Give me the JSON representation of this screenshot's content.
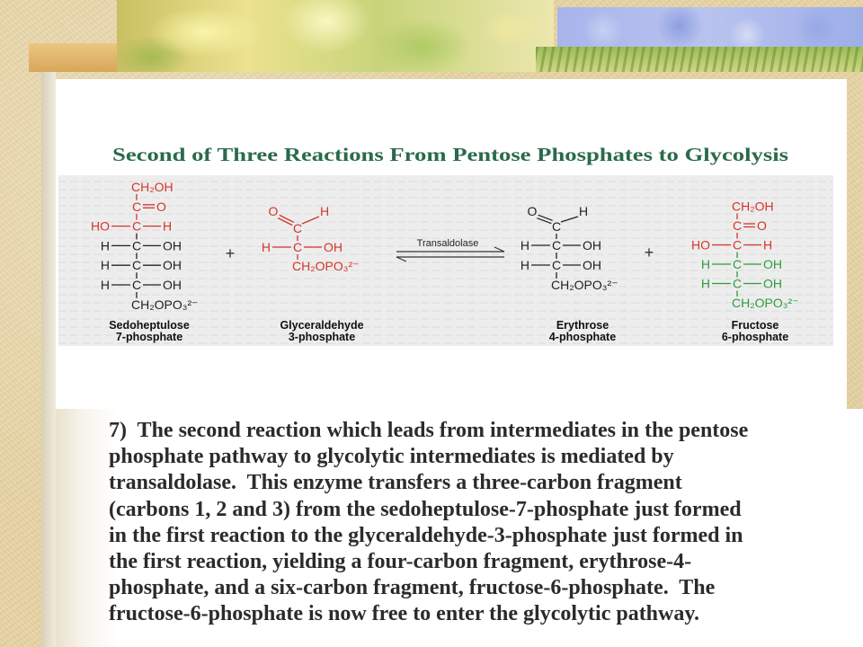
{
  "diagram": {
    "title": "Second of Three Reactions From Pentose Phosphates to Glycolysis",
    "title_color": "#2a6a4b",
    "enzyme": "Transaldolase",
    "plus_signs": [
      "+",
      "+"
    ],
    "compounds": [
      {
        "name": "Sedoheptulose",
        "subname": "7-phosphate",
        "top": {
          "text": "CH₂OH",
          "color": "#d3352b"
        },
        "carbonyl": {
          "carbon": "C",
          "oxygen": "O",
          "color": "#d3352b"
        },
        "rows": [
          {
            "left": "HO",
            "center": "C",
            "right": "H",
            "color": "#d3352b"
          },
          {
            "left": "H",
            "center": "C",
            "right": "OH",
            "color": "#222222"
          },
          {
            "left": "H",
            "center": "C",
            "right": "OH",
            "color": "#222222"
          },
          {
            "left": "H",
            "center": "C",
            "right": "OH",
            "color": "#222222"
          }
        ],
        "bottom": {
          "text": "CH₂OPO₃²⁻",
          "color": "#222222"
        }
      },
      {
        "name": "Glyceraldehyde",
        "subname": "3-phosphate",
        "aldehyde": {
          "oxygen": "O",
          "carbon": "C",
          "hydrogen": "H",
          "color": "#d3352b"
        },
        "rows": [
          {
            "left": "H",
            "center": "C",
            "right": "OH",
            "color": "#d3352b"
          }
        ],
        "bottom": {
          "text": "CH₂OPO₃²⁻",
          "color": "#d3352b"
        }
      },
      {
        "name": "Erythrose",
        "subname": "4-phosphate",
        "aldehyde": {
          "oxygen": "O",
          "carbon": "C",
          "hydrogen": "H",
          "color": "#222222"
        },
        "rows": [
          {
            "left": "H",
            "center": "C",
            "right": "OH",
            "color": "#222222"
          },
          {
            "left": "H",
            "center": "C",
            "right": "OH",
            "color": "#222222"
          }
        ],
        "bottom": {
          "text": "CH₂OPO₃²⁻",
          "color": "#222222"
        }
      },
      {
        "name": "Fructose",
        "subname": "6-phosphate",
        "top": {
          "text": "CH₂OH",
          "color": "#d3352b"
        },
        "carbonyl": {
          "carbon": "C",
          "oxygen": "O",
          "color": "#d3352b"
        },
        "rows": [
          {
            "left": "HO",
            "center": "C",
            "right": "H",
            "color": "#d3352b"
          },
          {
            "left": "H",
            "center": "C",
            "right": "OH",
            "color": "#2f9a3f"
          },
          {
            "left": "H",
            "center": "C",
            "right": "OH",
            "color": "#2f9a3f"
          }
        ],
        "bottom": {
          "text": "CH₂OPO₃²⁻",
          "color": "#2f9a3f"
        }
      }
    ]
  },
  "body": {
    "lines": [
      "7)  The second reaction which leads from intermediates in the pentose",
      "phosphate pathway to glycolytic intermediates is mediated by",
      "transaldolase.  This enzyme transfers a three-carbon fragment",
      "(carbons 1, 2 and 3) from the sedoheptulose-7-phosphate just formed",
      "in the first reaction to the glyceraldehyde-3-phosphate just formed in",
      "the first reaction, yielding a four-carbon fragment, erythrose-4-",
      "phosphate, and a six-carbon fragment, fructose-6-phosphate.  The",
      "fructose-6-phosphate is now free to enter the glycolytic pathway."
    ]
  }
}
